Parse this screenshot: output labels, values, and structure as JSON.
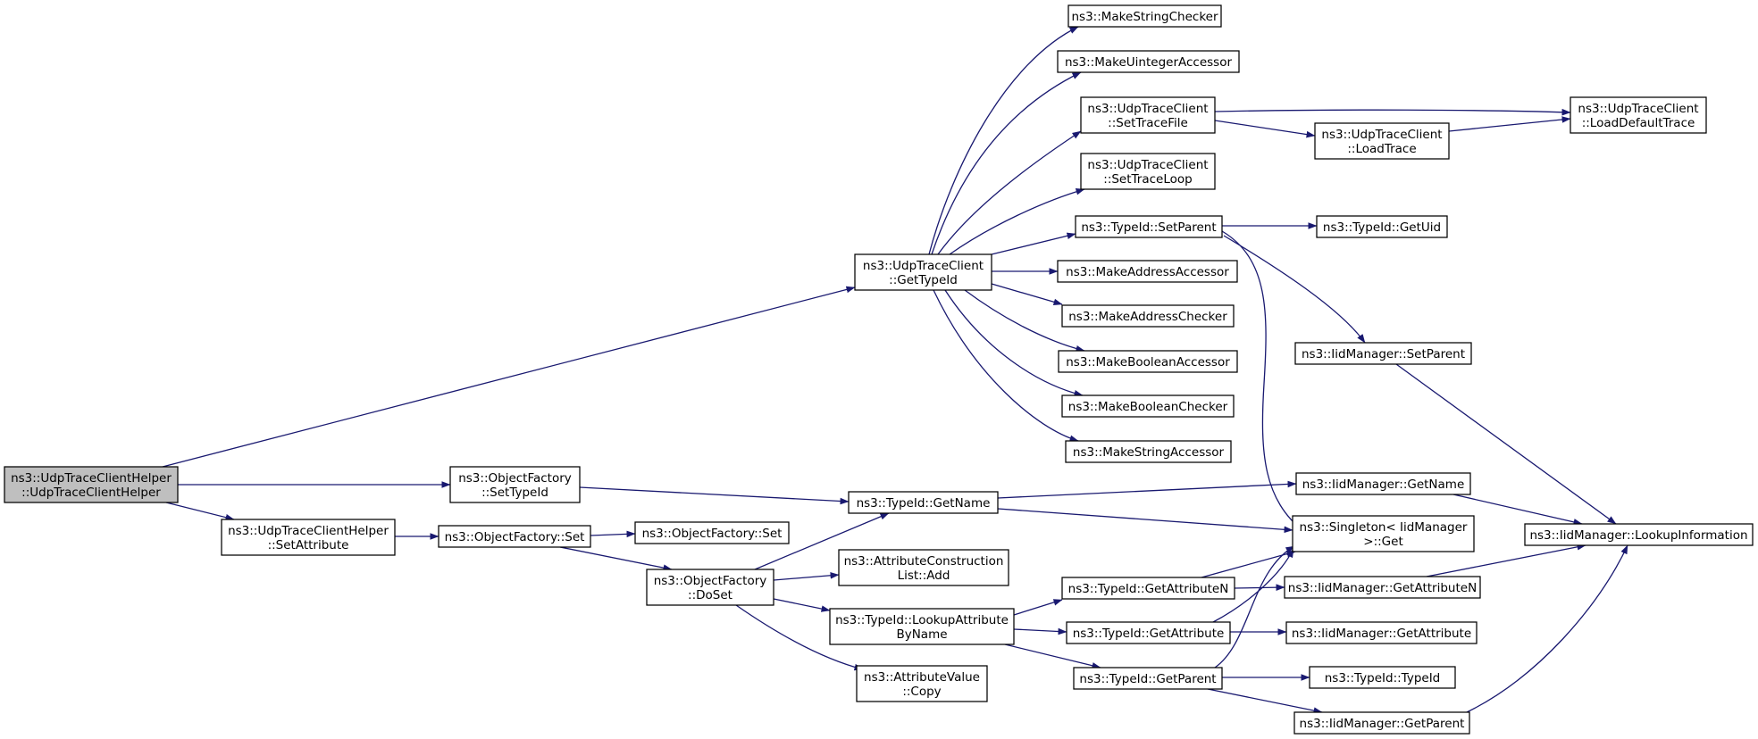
{
  "graph": {
    "colors": {
      "edge": "#191970",
      "node_border": "#000000",
      "node_fill": "#ffffff",
      "root_fill": "#bfbfbf"
    },
    "nodes": [
      {
        "id": "root",
        "lines": [
          "ns3::UdpTraceClientHelper",
          "::UdpTraceClientHelper"
        ],
        "root": true
      },
      {
        "id": "of_settypeid",
        "lines": [
          "ns3::ObjectFactory",
          "::SetTypeId"
        ]
      },
      {
        "id": "helper_setattr",
        "lines": [
          "ns3::UdpTraceClientHelper",
          "::SetAttribute"
        ]
      },
      {
        "id": "of_set",
        "lines": [
          "ns3::ObjectFactory::Set"
        ]
      },
      {
        "id": "of_set2",
        "lines": [
          "ns3::ObjectFactory::Set"
        ]
      },
      {
        "id": "of_doset",
        "lines": [
          "ns3::ObjectFactory",
          "::DoSet"
        ]
      },
      {
        "id": "utc_gettypeid",
        "lines": [
          "ns3::UdpTraceClient",
          "::GetTypeId"
        ]
      },
      {
        "id": "typeid_getname",
        "lines": [
          "ns3::TypeId::GetName"
        ]
      },
      {
        "id": "acl_add",
        "lines": [
          "ns3::AttributeConstruction",
          "List::Add"
        ]
      },
      {
        "id": "typeid_lookupattr",
        "lines": [
          "ns3::TypeId::LookupAttribute",
          "ByName"
        ]
      },
      {
        "id": "attrvalue_copy",
        "lines": [
          "ns3::AttributeValue",
          "::Copy"
        ]
      },
      {
        "id": "make_string_checker",
        "lines": [
          "ns3::MakeStringChecker"
        ]
      },
      {
        "id": "make_uinteger_accessor",
        "lines": [
          "ns3::MakeUintegerAccessor"
        ]
      },
      {
        "id": "utc_settracefile",
        "lines": [
          "ns3::UdpTraceClient",
          "::SetTraceFile"
        ]
      },
      {
        "id": "utc_settraceloop",
        "lines": [
          "ns3::UdpTraceClient",
          "::SetTraceLoop"
        ]
      },
      {
        "id": "typeid_setparent",
        "lines": [
          "ns3::TypeId::SetParent"
        ]
      },
      {
        "id": "make_address_accessor",
        "lines": [
          "ns3::MakeAddressAccessor"
        ]
      },
      {
        "id": "make_address_checker",
        "lines": [
          "ns3::MakeAddressChecker"
        ]
      },
      {
        "id": "make_boolean_accessor",
        "lines": [
          "ns3::MakeBooleanAccessor"
        ]
      },
      {
        "id": "make_boolean_checker",
        "lines": [
          "ns3::MakeBooleanChecker"
        ]
      },
      {
        "id": "make_string_accessor",
        "lines": [
          "ns3::MakeStringAccessor"
        ]
      },
      {
        "id": "typeid_getattrn",
        "lines": [
          "ns3::TypeId::GetAttributeN"
        ]
      },
      {
        "id": "typeid_getattr",
        "lines": [
          "ns3::TypeId::GetAttribute"
        ]
      },
      {
        "id": "typeid_getparent",
        "lines": [
          "ns3::TypeId::GetParent"
        ]
      },
      {
        "id": "utc_loadtrace",
        "lines": [
          "ns3::UdpTraceClient",
          "::LoadTrace"
        ]
      },
      {
        "id": "typeid_getuid",
        "lines": [
          "ns3::TypeId::GetUid"
        ]
      },
      {
        "id": "iid_setparent",
        "lines": [
          "ns3::IidManager::SetParent"
        ]
      },
      {
        "id": "iid_getname",
        "lines": [
          "ns3::IidManager::GetName"
        ]
      },
      {
        "id": "singleton_get",
        "lines": [
          "ns3::Singleton< IidManager",
          ">::Get"
        ]
      },
      {
        "id": "iid_getattrn",
        "lines": [
          "ns3::IidManager::GetAttributeN"
        ]
      },
      {
        "id": "iid_getattr",
        "lines": [
          "ns3::IidManager::GetAttribute"
        ]
      },
      {
        "id": "typeid_typeid",
        "lines": [
          "ns3::TypeId::TypeId"
        ]
      },
      {
        "id": "iid_getparent",
        "lines": [
          "ns3::IidManager::GetParent"
        ]
      },
      {
        "id": "utc_loaddefaulttrace",
        "lines": [
          "ns3::UdpTraceClient",
          "::LoadDefaultTrace"
        ]
      },
      {
        "id": "iid_lookupinfo",
        "lines": [
          "ns3::IidManager::LookupInformation"
        ]
      }
    ]
  }
}
